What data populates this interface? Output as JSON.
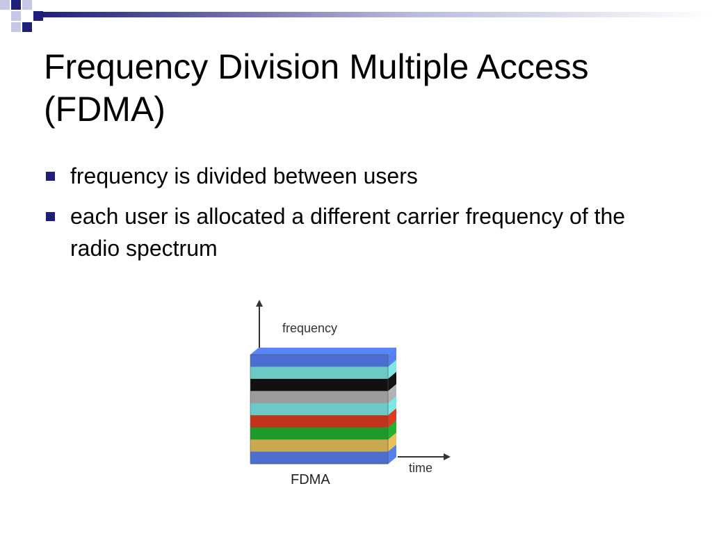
{
  "slide": {
    "title": "Frequency Division Multiple Access (FDMA)",
    "bullets": [
      "frequency is divided between users",
      "each user is allocated a different carrier frequency of the radio spectrum"
    ],
    "bullet_color": "#1f1f7a"
  },
  "diagram": {
    "y_axis_label": "frequency",
    "x_axis_label": "time",
    "caption": "FDMA",
    "bands_top_to_bottom": [
      "#4a6fd0",
      "#6cc9c6",
      "#111111",
      "#9c9c9c",
      "#6cc9c6",
      "#c2331e",
      "#1e9a2a",
      "#c9a850",
      "#4a6fd0"
    ]
  },
  "theme": {
    "accent_dark": "#1f1f7a",
    "accent_light": "#9a9ad0"
  }
}
